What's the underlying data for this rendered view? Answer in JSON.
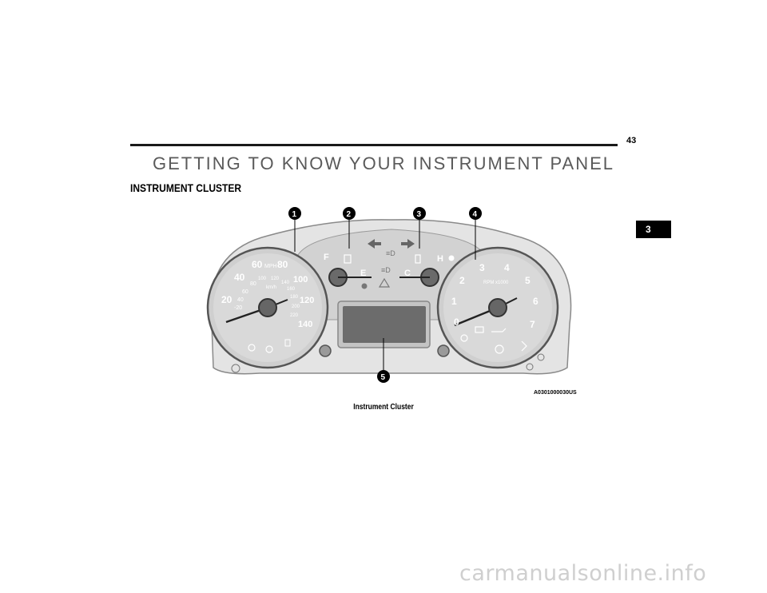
{
  "page": {
    "number": "43",
    "chapter_tab": "3",
    "chapter_title": "GETTING TO KNOW YOUR INSTRUMENT PANEL",
    "section_heading": "INSTRUMENT CLUSTER"
  },
  "figure": {
    "callouts": [
      "1",
      "2",
      "3",
      "4",
      "5"
    ],
    "figure_code": "A0301000030US",
    "caption": "Instrument Cluster",
    "speedometer": {
      "mph_labels": [
        "20",
        "40",
        "60",
        "80",
        "100",
        "120",
        "140"
      ],
      "kmh_labels": [
        "-20",
        "40",
        "60",
        "80",
        "100",
        "120",
        "140",
        "160",
        "180",
        "200",
        "220"
      ],
      "unit_mph": "MPH",
      "unit_kmh": "km/h"
    },
    "fuel_gauge": {
      "full_label": "F",
      "empty_label": "E"
    },
    "temp_gauge": {
      "hot_label": "H",
      "cold_label": "C"
    },
    "tachometer": {
      "labels": [
        "0",
        "1",
        "2",
        "3",
        "4",
        "5",
        "6",
        "7"
      ],
      "unit": "RPM x1000"
    }
  },
  "watermark": "carmanualsonline.info"
}
